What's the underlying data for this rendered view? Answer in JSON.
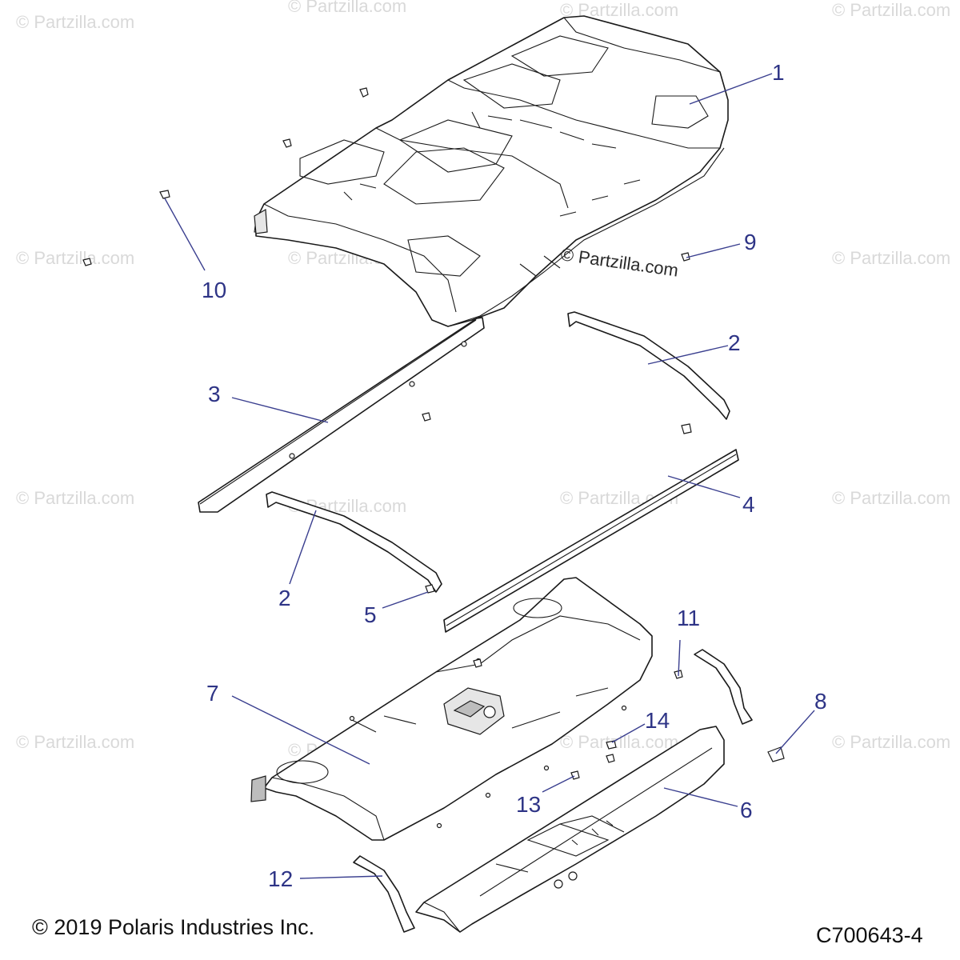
{
  "watermark": {
    "text": "© Partzilla.com",
    "center_text": "© Partzilla.com"
  },
  "footer": {
    "copyright": "© 2019 Polaris Industries Inc.",
    "diagram_code": "C700643-4"
  },
  "callouts": [
    "1",
    "2",
    "2",
    "3",
    "4",
    "5",
    "6",
    "7",
    "8",
    "9",
    "10",
    "11",
    "12",
    "13",
    "14"
  ],
  "colors": {
    "callout": "#2e3486",
    "line": "#1a1a1a",
    "watermark": "#d9d9d9"
  }
}
